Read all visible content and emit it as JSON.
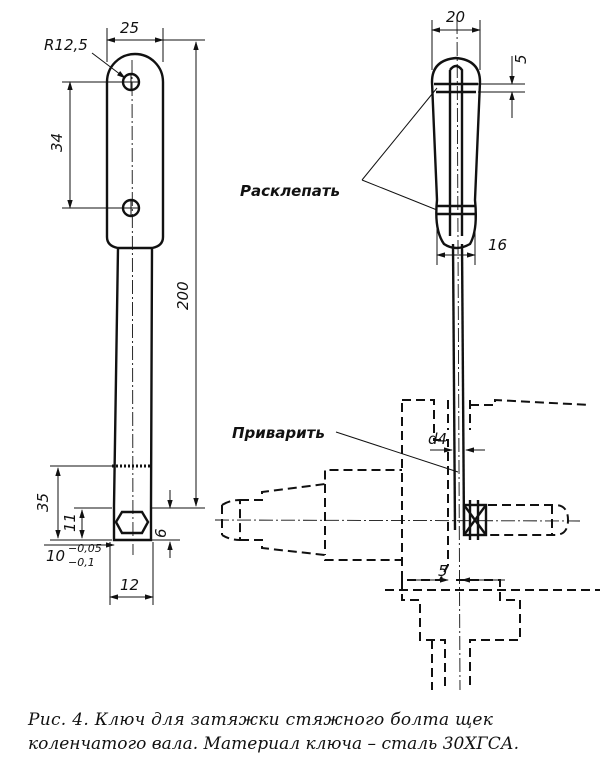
{
  "left_view": {
    "dim_width": "25",
    "dim_radius": "R12,5",
    "dim_hole_spacing": "34",
    "dim_length": "200",
    "dim_35": "35",
    "dim_11": "11",
    "dim_6": "6",
    "dim_tol_base": "10",
    "dim_tol_upper": "−0,05",
    "dim_tol_lower": "−0,1",
    "dim_12": "12"
  },
  "right_view": {
    "dim_width": "20",
    "dim_5_top": "5",
    "dim_16": "16",
    "label_rivet": "Расклепать",
    "label_weld": "Приварить",
    "dim_d4": "d4",
    "dim_5_bottom": "5"
  },
  "caption": {
    "line1": "Рис. 4.  Ключ  для  затяжки  стяжного  болта  щек",
    "line2": "коленчатого вала. Материал ключа – сталь 30ХГСА."
  }
}
